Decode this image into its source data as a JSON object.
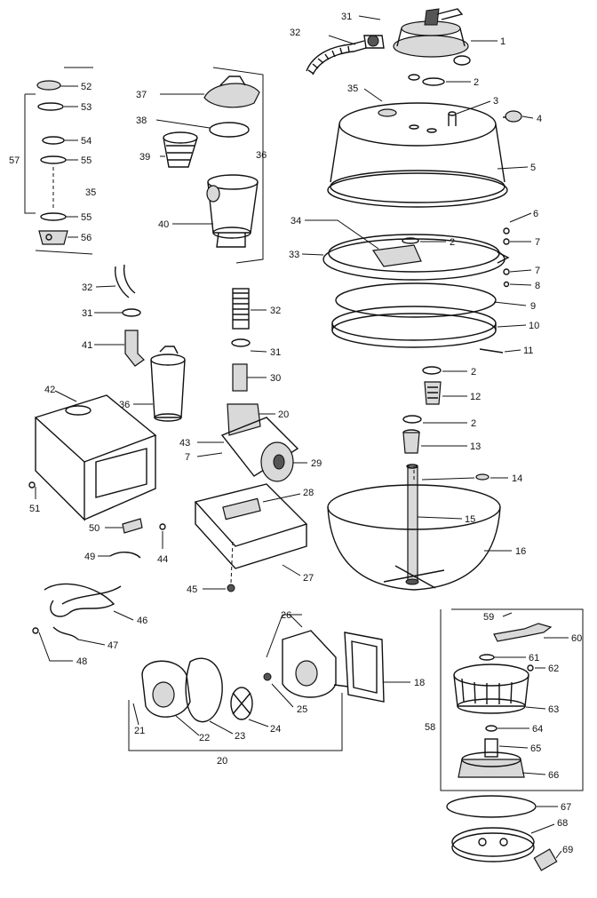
{
  "callouts": [
    {
      "id": "c1",
      "text": "1"
    },
    {
      "id": "c2a",
      "text": "2"
    },
    {
      "id": "c3",
      "text": "3"
    },
    {
      "id": "c4",
      "text": "4"
    },
    {
      "id": "c5",
      "text": "5"
    },
    {
      "id": "c6",
      "text": "6"
    },
    {
      "id": "c7a",
      "text": "7"
    },
    {
      "id": "c7b",
      "text": "7"
    },
    {
      "id": "c8",
      "text": "8"
    },
    {
      "id": "c9",
      "text": "9"
    },
    {
      "id": "c10",
      "text": "10"
    },
    {
      "id": "c11",
      "text": "11"
    },
    {
      "id": "c2b",
      "text": "2"
    },
    {
      "id": "c12",
      "text": "12"
    },
    {
      "id": "c2c",
      "text": "2"
    },
    {
      "id": "c13",
      "text": "13"
    },
    {
      "id": "c14",
      "text": "14"
    },
    {
      "id": "c15",
      "text": "15"
    },
    {
      "id": "c16",
      "text": "16"
    },
    {
      "id": "c2d",
      "text": "2"
    },
    {
      "id": "c31a",
      "text": "31"
    },
    {
      "id": "c32a",
      "text": "32"
    },
    {
      "id": "c35a",
      "text": "35"
    },
    {
      "id": "c33",
      "text": "33"
    },
    {
      "id": "c34",
      "text": "34"
    },
    {
      "id": "c52",
      "text": "52"
    },
    {
      "id": "c53",
      "text": "53"
    },
    {
      "id": "c54",
      "text": "54"
    },
    {
      "id": "c57",
      "text": "57"
    },
    {
      "id": "c55a",
      "text": "55"
    },
    {
      "id": "c35b",
      "text": "35"
    },
    {
      "id": "c55b",
      "text": "55"
    },
    {
      "id": "c56",
      "text": "56"
    },
    {
      "id": "c37",
      "text": "37"
    },
    {
      "id": "c38",
      "text": "38"
    },
    {
      "id": "c39",
      "text": "39"
    },
    {
      "id": "c36a",
      "text": "36"
    },
    {
      "id": "c40",
      "text": "40"
    },
    {
      "id": "c32b",
      "text": "32"
    },
    {
      "id": "c31b",
      "text": "31"
    },
    {
      "id": "c41",
      "text": "41"
    },
    {
      "id": "c32c",
      "text": "32"
    },
    {
      "id": "c31c",
      "text": "31"
    },
    {
      "id": "c30",
      "text": "30"
    },
    {
      "id": "c42",
      "text": "42"
    },
    {
      "id": "c36b",
      "text": "36"
    },
    {
      "id": "c20a",
      "text": "20"
    },
    {
      "id": "c43",
      "text": "43"
    },
    {
      "id": "c7c",
      "text": "7"
    },
    {
      "id": "c29",
      "text": "29"
    },
    {
      "id": "c51",
      "text": "51"
    },
    {
      "id": "c50",
      "text": "50"
    },
    {
      "id": "c44",
      "text": "44"
    },
    {
      "id": "c49",
      "text": "49"
    },
    {
      "id": "c28",
      "text": "28"
    },
    {
      "id": "c27",
      "text": "27"
    },
    {
      "id": "c45",
      "text": "45"
    },
    {
      "id": "c46",
      "text": "46"
    },
    {
      "id": "c47",
      "text": "47"
    },
    {
      "id": "c48",
      "text": "48"
    },
    {
      "id": "c26",
      "text": "26"
    },
    {
      "id": "c18",
      "text": "18"
    },
    {
      "id": "c25",
      "text": "25"
    },
    {
      "id": "c24",
      "text": "24"
    },
    {
      "id": "c23",
      "text": "23"
    },
    {
      "id": "c22",
      "text": "22"
    },
    {
      "id": "c21",
      "text": "21"
    },
    {
      "id": "c20b",
      "text": "20"
    },
    {
      "id": "c59a",
      "text": "59"
    },
    {
      "id": "c60",
      "text": "60"
    },
    {
      "id": "c61",
      "text": "61"
    },
    {
      "id": "c62",
      "text": "62"
    },
    {
      "id": "c63",
      "text": "63"
    },
    {
      "id": "c58",
      "text": "58"
    },
    {
      "id": "c64",
      "text": "64"
    },
    {
      "id": "c65",
      "text": "65"
    },
    {
      "id": "c66",
      "text": "66"
    },
    {
      "id": "c67",
      "text": "67"
    },
    {
      "id": "c68",
      "text": "68"
    },
    {
      "id": "c69",
      "text": "69"
    }
  ]
}
